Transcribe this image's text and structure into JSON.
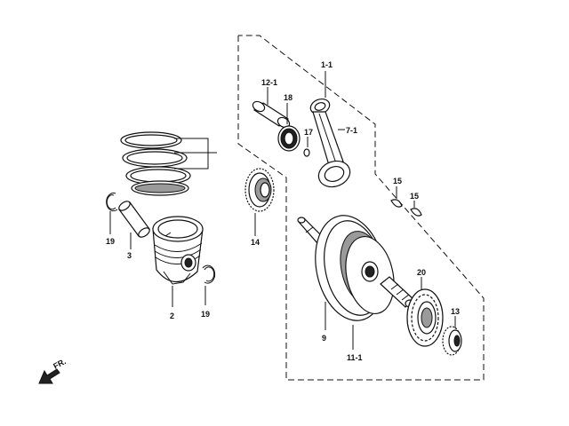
{
  "labels": {
    "crankshaft_assy": "1-1",
    "piston_pin_bushing": "12-1",
    "needle_bearing": "18",
    "rod_pin": "17",
    "connecting_rod": "7-1",
    "cam_chain_sprocket": "14",
    "woodruff_key_left": "15",
    "woodruff_key_right": "15",
    "piston_pin": "3",
    "piston_clip_left": "19",
    "piston": "2",
    "piston_clip_right": "19",
    "crank_left": "9",
    "crank_right": "11-1",
    "radial_bearing": "20",
    "timing_gear": "13",
    "front_indicator": "FR."
  },
  "colors": {
    "line": "#111111",
    "background": "#ffffff"
  }
}
